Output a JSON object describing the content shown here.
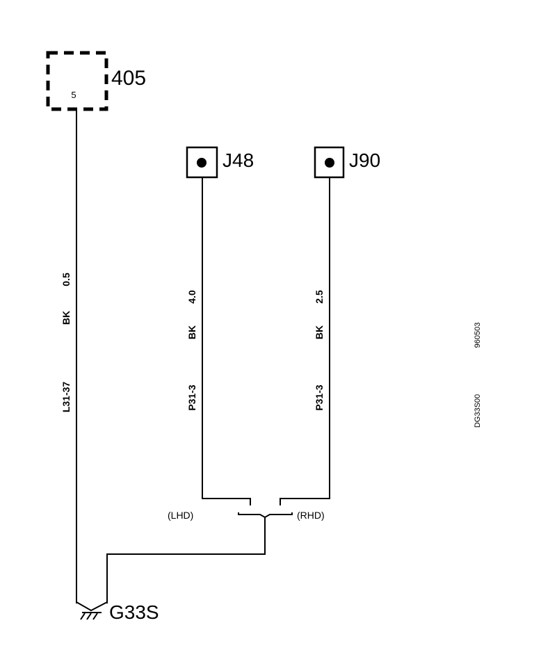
{
  "components": {
    "c405": {
      "ref": "405",
      "pin": "5"
    },
    "j48": {
      "ref": "J48"
    },
    "j90": {
      "ref": "J90"
    },
    "ground": {
      "ref": "G33S"
    }
  },
  "wires": {
    "w405": {
      "size": "0.5",
      "color": "BK",
      "circuit": "L31-37"
    },
    "wJ48": {
      "size": "4.0",
      "color": "BK",
      "circuit": "P31-3"
    },
    "wJ90": {
      "size": "2.5",
      "color": "BK",
      "circuit": "P31-3"
    }
  },
  "options": {
    "lhd": "(LHD)",
    "rhd": "(RHD)"
  },
  "sheet": {
    "date": "960503",
    "drawing_id": "DG33S00"
  }
}
